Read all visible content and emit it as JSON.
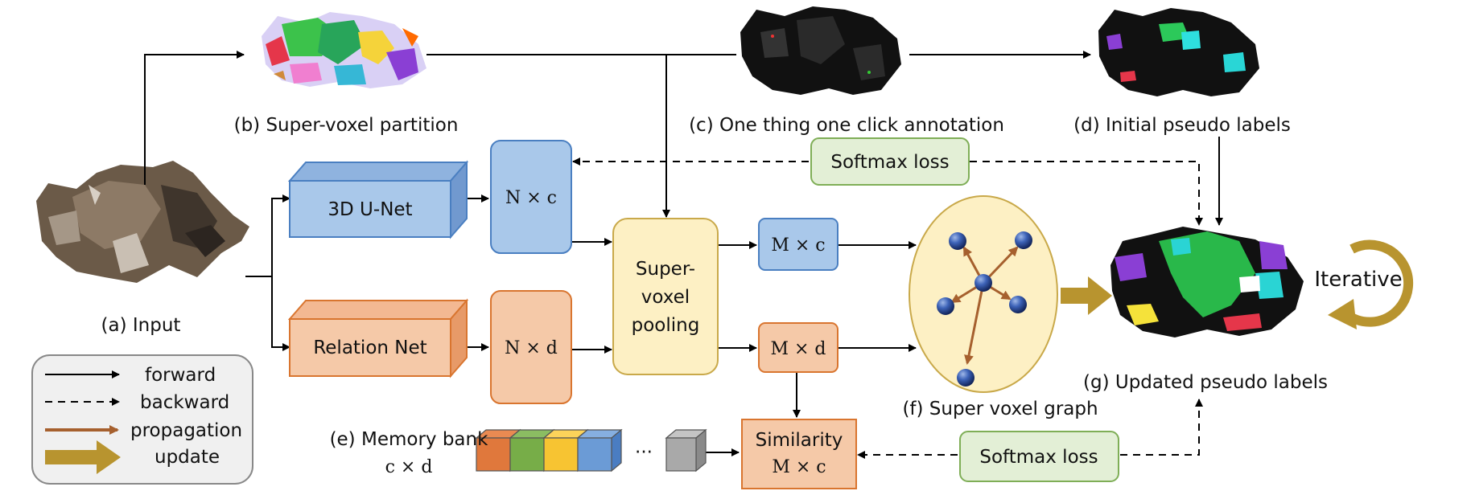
{
  "captions": {
    "input": "(a) Input",
    "super_voxel_partition": "(b) Super-voxel partition",
    "one_click": "(c) One thing one click annotation",
    "initial_pseudo": "(d) Initial pseudo labels",
    "memory_bank": "(e) Memory bank",
    "memory_bank_dim": "c × d",
    "super_voxel_graph": "(f) Super voxel graph",
    "updated_pseudo": "(g) Updated pseudo labels"
  },
  "blocks": {
    "unet": "3D U-Net",
    "relation_net": "Relation Net",
    "nc": "N × c",
    "nd": "N × d",
    "pooling_line1": "Super-",
    "pooling_line2": "voxel",
    "pooling_line3": "pooling",
    "mc": "M × c",
    "md": "M × d",
    "similarity_line1": "Similarity",
    "similarity_line2": "M × c",
    "softmax_top": "Softmax loss",
    "softmax_bottom": "Softmax loss",
    "iterative": "Iterative",
    "ellipsis": "···"
  },
  "legend": {
    "forward": "forward",
    "backward": "backward",
    "propagation": "propagation",
    "update": "update"
  },
  "colors": {
    "blue_fill": "#a9c8ea",
    "blue_stroke": "#4a7fc1",
    "orange_fill": "#f5c9a8",
    "orange_stroke": "#d9752f",
    "yellow_fill": "#fdf0c4",
    "yellow_stroke": "#c9a94a",
    "green_fill": "#e3efd6",
    "green_stroke": "#7fae57",
    "gold": "#b8942f",
    "brown": "#a6602e"
  }
}
